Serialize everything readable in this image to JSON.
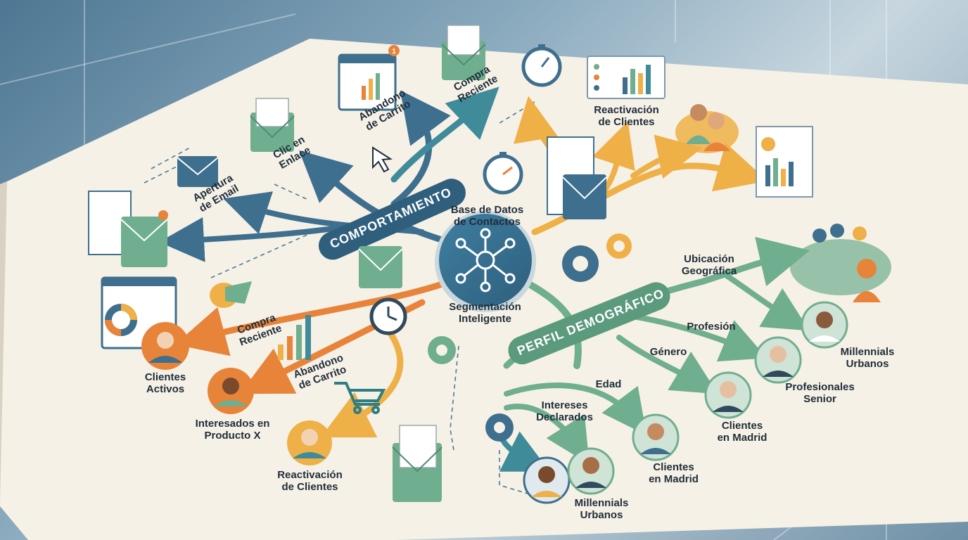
{
  "hub": {
    "title": "Base de Datos\nde Contactos",
    "subtitle": "Segmentación\nInteligente"
  },
  "behavior": {
    "banner": "COMPORTAMIENTO",
    "top_labels": {
      "apertura": "Apertura\nde Email",
      "clic": "Clic en\nEnlace",
      "abandono": "Abandono\nde Carrito",
      "compra": "Compra\nReciente"
    },
    "lower_labels": {
      "compra": "Compra\nReciente",
      "abandono": "Abandono\nde Carrito"
    },
    "segments": {
      "activos": "Clientes\nActivos",
      "interesados": "Interesados en\nProducto X",
      "reactivacion": "Reactivación\nde Clientes"
    },
    "notification_count": "1"
  },
  "reactivation": {
    "label": "Reactivación\nde Clientes"
  },
  "demographic": {
    "banner": "PERFIL DEMOGRÁFICO",
    "branches": {
      "ubicacion": "Ubicación\nGeográfica",
      "profesion": "Profesión",
      "genero": "Género",
      "edad": "Edad",
      "intereses": "Intereses\nDeclarados"
    },
    "segments": {
      "millennials_right": "Millennials\nUrbanos",
      "profesionales": "Profesionales\nSenior",
      "madrid_right": "Clientes\nen Madrid",
      "madrid_left": "Clientes\nen Madrid",
      "millennials_bottom": "Millennials\nUrbanos"
    }
  },
  "colors": {
    "behavior_blue": "#3e6f8e",
    "orange": "#e8833a",
    "amber": "#eeb047",
    "green": "#6fae8e",
    "paper": "#f6f1e6",
    "text": "#1f2d3a"
  }
}
